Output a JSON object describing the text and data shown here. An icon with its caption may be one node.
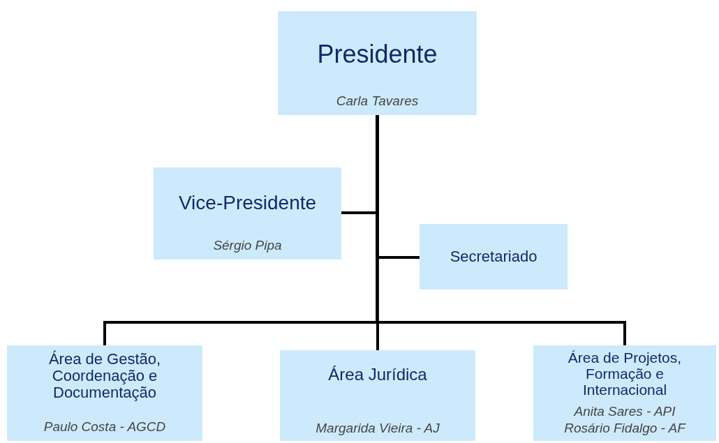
{
  "diagram": {
    "nodes": [
      {
        "text": [
          "Presidente",
          "Carla Tavares"
        ]
      },
      {
        "text": [
          "Vice-Presidente",
          "Sérgio Pipa"
        ]
      },
      {
        "text": [
          "Secretariado"
        ]
      },
      {
        "text": [
          "Área de Gestão, Coordenação e Documentação",
          "Paulo Costa - AGCD"
        ]
      },
      {
        "text": [
          "Área Jurídica",
          "Margarida Vieira - AJ"
        ]
      },
      {
        "text": [
          "Área de Projetos, Formação e Internacional",
          "Anita Sares - API",
          "Rosário Fidalgo - AF"
        ]
      }
    ],
    "edges": [
      {
        "from": 0,
        "to": 1,
        "arrow": "none"
      },
      {
        "from": 0,
        "to": 2,
        "arrow": "none"
      },
      {
        "from": 0,
        "to": 3,
        "arrow": "none"
      },
      {
        "from": 0,
        "to": 4,
        "arrow": "none"
      },
      {
        "from": 0,
        "to": 5,
        "arrow": "none"
      }
    ]
  }
}
